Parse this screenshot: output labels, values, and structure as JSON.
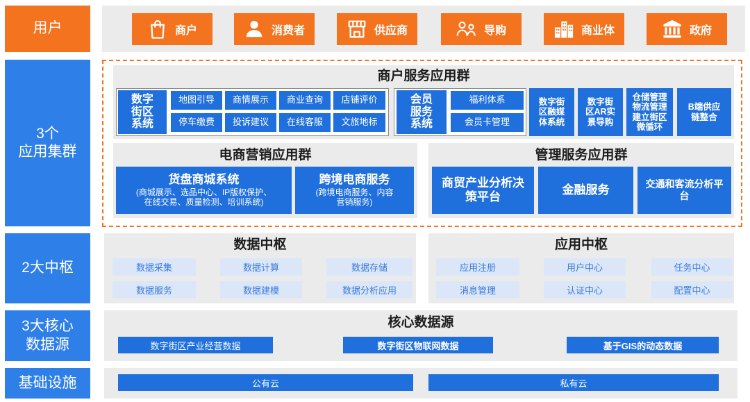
{
  "colors": {
    "orange": "#f3731f",
    "blue": "#1f6fdc",
    "label_blue": "#2e7fe8",
    "panel_gray": "#ebebeb",
    "light_cell": "#dbe7f8",
    "light_cell_text": "#3a7ad9"
  },
  "layers": {
    "users": "用户",
    "app_clusters": "3个\n应用集群",
    "hubs": "2大中枢",
    "data_sources": "3大核心\n数据源",
    "infrastructure": "基础设施"
  },
  "users": [
    {
      "label": "商户",
      "icon": "shopping-bag-icon"
    },
    {
      "label": "消费者",
      "icon": "person-icon"
    },
    {
      "label": "供应商",
      "icon": "storefront-icon"
    },
    {
      "label": "导购",
      "icon": "shopping-guide-icon"
    },
    {
      "label": "商业体",
      "icon": "commercial-buildings-icon"
    },
    {
      "label": "政府",
      "icon": "government-building-icon"
    }
  ],
  "merchant_services": {
    "title": "商户服务应用群",
    "digital_street": {
      "name": "数字\n街区\n系统",
      "features": [
        "地图引导",
        "商情展示",
        "商业查询",
        "店铺评价",
        "停车缴费",
        "投诉建议",
        "在线客服",
        "文旅地标"
      ]
    },
    "membership": {
      "name": "会员\n服务\n系统",
      "features": [
        "福利体系",
        "会员卡管理"
      ]
    },
    "systems": [
      "数字街\n区融媒\n体系统",
      "数字街\n区AR实\n景导购",
      "仓储管理\n物流管理\n建立街区\n微循环",
      "B端供应\n链整合"
    ]
  },
  "ecommerce_marketing": {
    "title": "电商营销应用群",
    "systems": [
      {
        "name": "货盘商城系统",
        "detail": "(商城展示、选品中心、IP版权保护、\n在线交易、质量检测、培训系统)"
      },
      {
        "name": "跨境电商服务",
        "detail": "(跨境电商服务、内容\n营销服务)"
      }
    ]
  },
  "management_services": {
    "title": "管理服务应用群",
    "systems": [
      "商贸产业分析决\n策平台",
      "金融服务",
      "交通和客流分析平\n台"
    ]
  },
  "data_hub": {
    "title": "数据中枢",
    "items": [
      "数据采集",
      "数据计算",
      "数据存储",
      "数据服务",
      "数据建模",
      "数据分析应用"
    ]
  },
  "application_hub": {
    "title": "应用中枢",
    "items": [
      "应用注册",
      "用户中心",
      "任务中心",
      "消息管理",
      "认证中心",
      "配置中心"
    ]
  },
  "core_data_sources": {
    "title": "核心数据源",
    "items": [
      "数字街区产业经营数据",
      "数字街区物联网数据",
      "基于GIS的动态数据"
    ]
  },
  "infrastructure_layer": {
    "items": [
      "公有云",
      "私有云"
    ]
  }
}
